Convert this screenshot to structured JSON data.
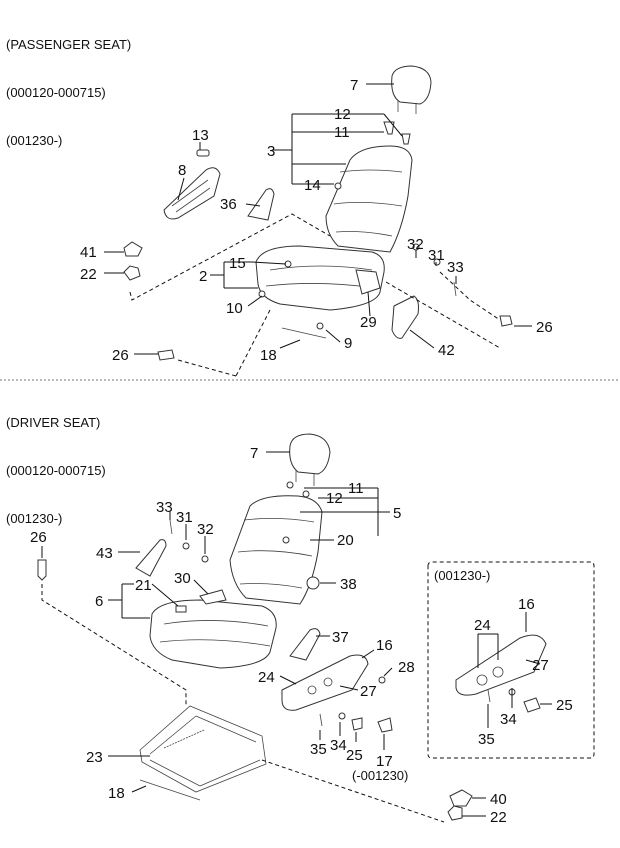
{
  "sections": [
    {
      "header": [
        "(PASSENGER SEAT)",
        "(000120-000715)",
        "(001230-)"
      ]
    },
    {
      "header": [
        "(DRIVER SEAT)",
        "(000120-000715)",
        "(001230-)"
      ]
    }
  ],
  "inset": {
    "label": "(001230-)"
  },
  "labels": {
    "p7": "7",
    "p12": "12",
    "p11": "11",
    "p3": "3",
    "p13": "13",
    "p8": "8",
    "p14": "14",
    "p36": "36",
    "p41": "41",
    "p22": "22",
    "p32": "32",
    "p31": "31",
    "p33": "33",
    "p15": "15",
    "p2": "2",
    "p10": "10",
    "p29": "29",
    "p26a": "26",
    "p26b": "26",
    "p9": "9",
    "p18": "18",
    "p42": "42",
    "d7": "7",
    "d11": "11",
    "d12": "12",
    "d5": "5",
    "d20": "20",
    "d33": "33",
    "d31": "31",
    "d32": "32",
    "d26": "26",
    "d43": "43",
    "d21": "21",
    "d30": "30",
    "d6": "6",
    "d38": "38",
    "d37": "37",
    "d16": "16",
    "d28": "28",
    "d24": "24",
    "d27": "27",
    "d35": "35",
    "d34": "34",
    "d25": "25",
    "d17": "17",
    "d17note": "(-001230)",
    "d23": "23",
    "d18": "18",
    "d40": "40",
    "d22": "22",
    "i16": "16",
    "i24": "24",
    "i27": "27",
    "i34": "34",
    "i25": "25",
    "i35": "35"
  }
}
